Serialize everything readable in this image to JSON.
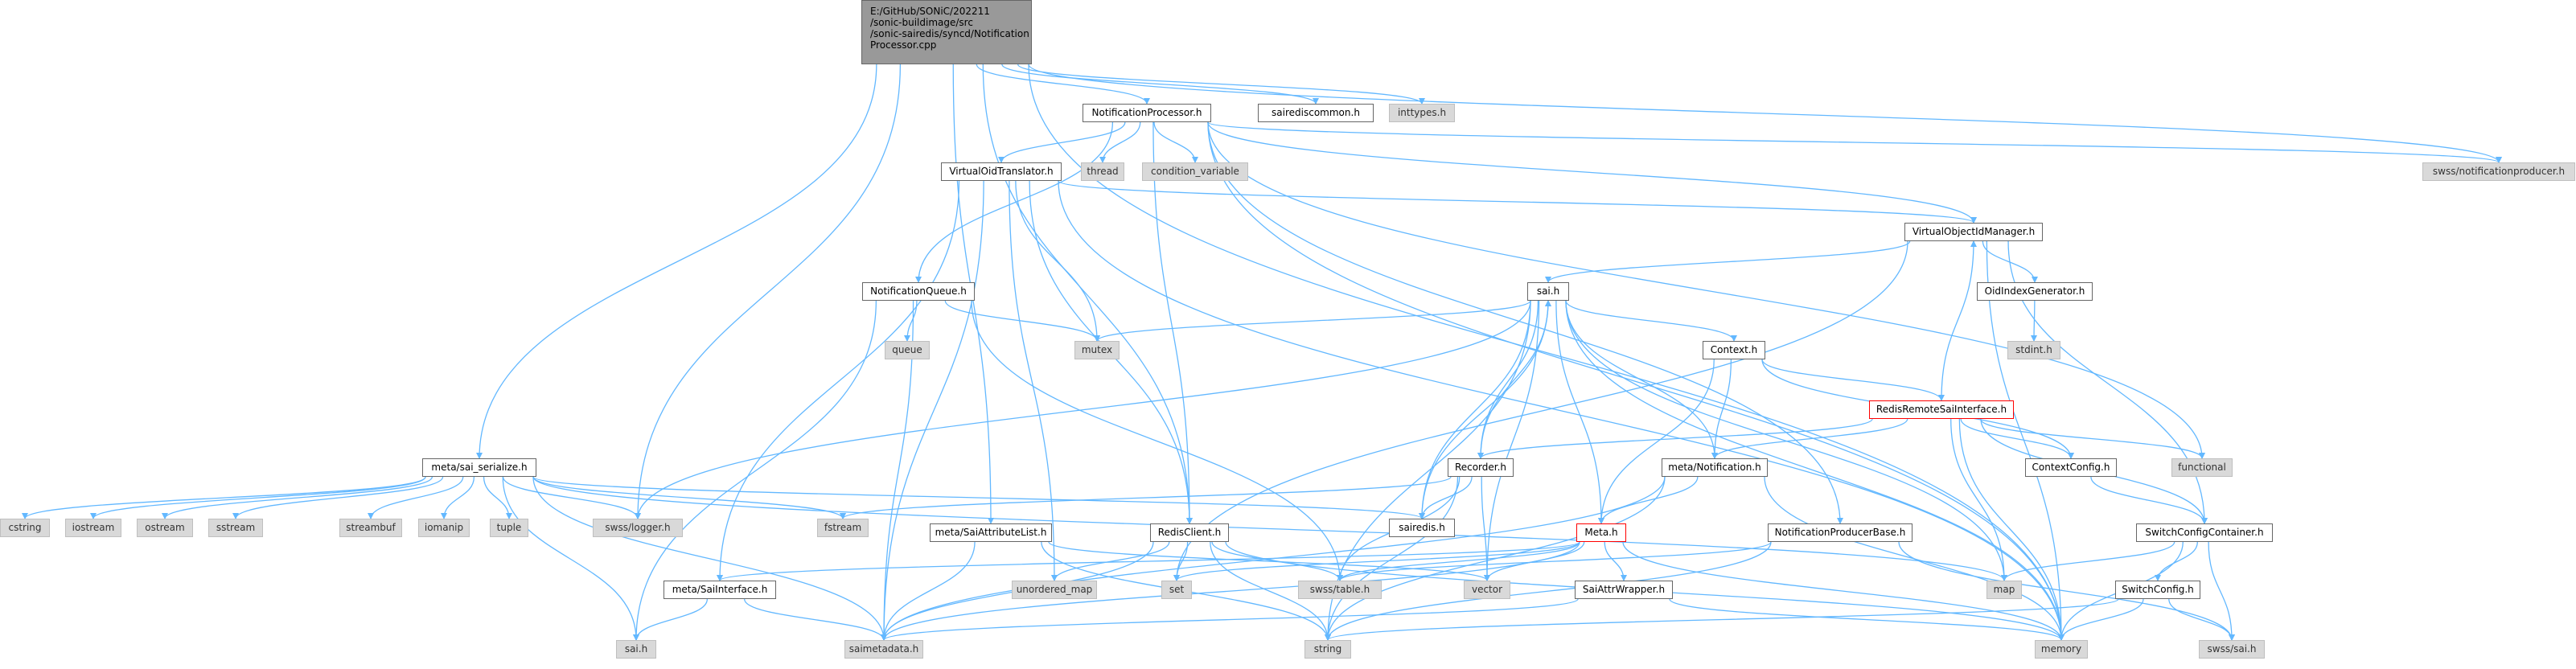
{
  "diagram": {
    "root": "E:/GitHub/SONiC/202211\n/sonic-buildimage/src\n/sonic-sairedis/syncd/Notification\nProcessor.cpp",
    "nodes": {
      "notificationprocessor_h": "NotificationProcessor.h",
      "sairediscommon_h": "sairediscommon.h",
      "inttypes_h": "inttypes.h",
      "thread": "thread",
      "condition_variable": "condition_variable",
      "swss_notificationproducer_h": "swss/notificationproducer.h",
      "virtualuidtranslator_h": "VirtualOidTranslator.h",
      "virtualobjectidmanager_h": "VirtualObjectIdManager.h",
      "notificationqueue_h": "NotificationQueue.h",
      "oidindexgenerator_h": "OidIndexGenerator.h",
      "stdint_h": "stdint.h",
      "sai_h_lower": "sai.h",
      "queue": "queue",
      "mutex": "mutex",
      "context_h": "Context.h",
      "redisremotesaiinterface_h": "RedisRemoteSaiInterface.h",
      "functional": "functional",
      "contextconfig_h": "ContextConfig.h",
      "meta_sai_serialize_h": "meta/sai_serialize.h",
      "recorder_h": "Recorder.h",
      "meta_notification_h": "meta/Notification.h",
      "cstring": "cstring",
      "iostream": "iostream",
      "ostream": "ostream",
      "sstream": "sstream",
      "streambuf": "streambuf",
      "iomanip": "iomanip",
      "tuple": "tuple",
      "swss_logger_h": "swss/logger.h",
      "fstream": "fstream",
      "sairedis_h": "sairedis.h",
      "meta_saiattributelist_h": "meta/SaiAttributeList.h",
      "redisclient_h": "RedisClient.h",
      "meta_h": "Meta.h",
      "notificationproducerbase_h": "NotificationProducerBase.h",
      "switchconfigcontainer_h": "SwitchConfigContainer.h",
      "unordered_map": "unordered_map",
      "set": "set",
      "swss_table_h": "swss/table.h",
      "vector": "vector",
      "map": "map",
      "meta_saiinterface_h": "meta/SaiInterface.h",
      "saiattrwrapper_h": "SaiAttrWrapper.h",
      "switchconfig_h": "SwitchConfig.h",
      "sai_h_bottom": "sai.h",
      "saimetadata_h": "saimetadata.h",
      "string": "string",
      "memory": "memory",
      "swss_sai_h": "swss/sai.h"
    }
  },
  "colors": {
    "edge": "#63b8ff",
    "node_border": "#666666",
    "ext_fill": "#d9d9d9",
    "root_fill": "#999999",
    "highlight_border": "#ff0000"
  }
}
